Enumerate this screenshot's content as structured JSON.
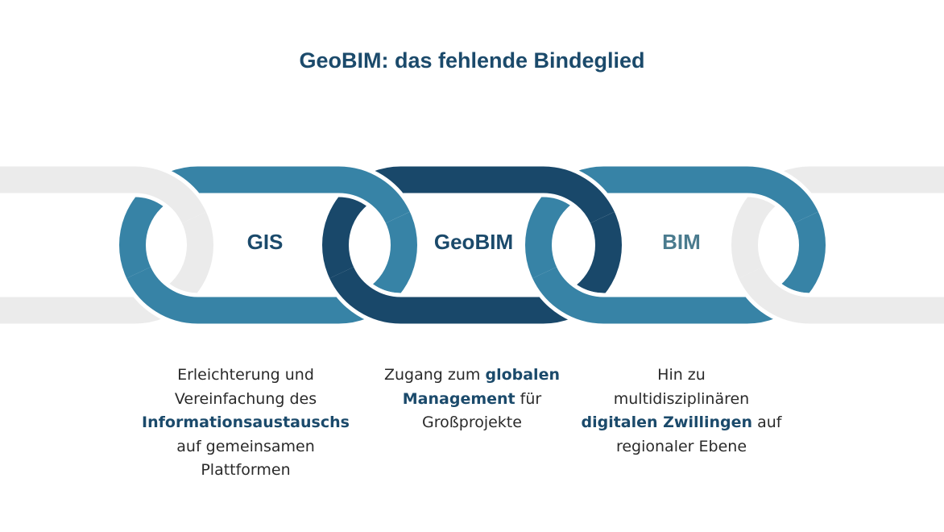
{
  "title": "GeoBIM: das fehlende Bindeglied",
  "colors": {
    "title": "#1b4a6b",
    "link_light": "#3783a6",
    "link_dark": "#19486a",
    "link_gray": "#ebebeb",
    "label_gis": "#1b4a6b",
    "label_geobim": "#1b4a6b",
    "label_bim": "#4a7b8e",
    "highlight": "#1b4a6b"
  },
  "links": [
    {
      "label": "GIS"
    },
    {
      "label": "GeoBIM"
    },
    {
      "label": "BIM"
    }
  ],
  "descriptions": [
    {
      "lines": [
        {
          "parts": [
            {
              "text": "Erleichterung und",
              "bold": false
            }
          ]
        },
        {
          "parts": [
            {
              "text": "Vereinfachung des",
              "bold": false
            }
          ]
        },
        {
          "parts": [
            {
              "text": "Informationsaustauschs",
              "bold": true
            }
          ]
        },
        {
          "parts": [
            {
              "text": "auf gemeinsamen",
              "bold": false
            }
          ]
        },
        {
          "parts": [
            {
              "text": "Plattformen",
              "bold": false
            }
          ]
        }
      ]
    },
    {
      "lines": [
        {
          "parts": [
            {
              "text": "Zugang zum ",
              "bold": false
            },
            {
              "text": "globalen",
              "bold": true
            }
          ]
        },
        {
          "parts": [
            {
              "text": "Management",
              "bold": true
            },
            {
              "text": " für",
              "bold": false
            }
          ]
        },
        {
          "parts": [
            {
              "text": "Großprojekte",
              "bold": false
            }
          ]
        }
      ]
    },
    {
      "lines": [
        {
          "parts": [
            {
              "text": "Hin zu",
              "bold": false
            }
          ]
        },
        {
          "parts": [
            {
              "text": "multidisziplinären",
              "bold": false
            }
          ]
        },
        {
          "parts": [
            {
              "text": "digitalen Zwillingen",
              "bold": true
            },
            {
              "text": " auf",
              "bold": false
            }
          ]
        },
        {
          "parts": [
            {
              "text": "regionaler Ebene",
              "bold": false
            }
          ]
        }
      ]
    }
  ]
}
